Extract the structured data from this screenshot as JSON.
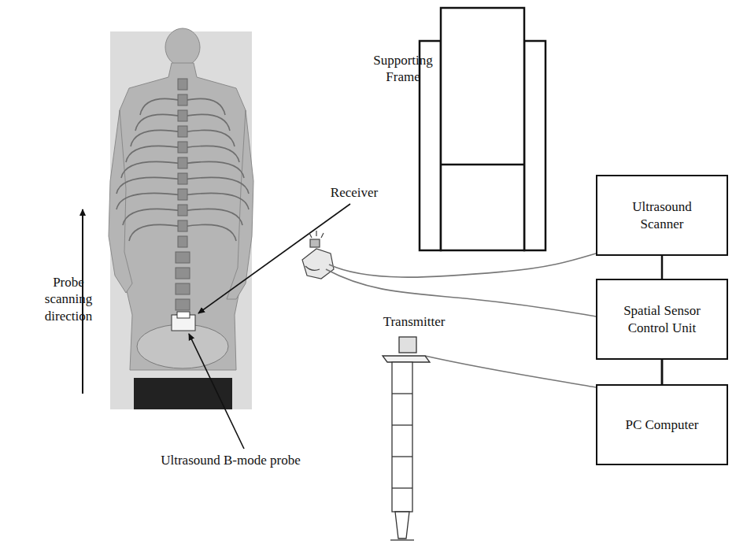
{
  "diagram": {
    "nodes": [
      {
        "text": [
          "Ultrasound Scanner"
        ]
      },
      {
        "text": [
          "Spatial Sensor Control Unit"
        ]
      },
      {
        "text": [
          "PC Computer"
        ]
      }
    ],
    "edges": [
      {
        "from": 1,
        "to": 2,
        "arrow": "none"
      },
      {
        "from": 0,
        "to": 2,
        "arrow": "none"
      }
    ],
    "labels": [
      "Supporting Frame",
      "Receiver",
      "Probe scanning direction",
      "Transmitter",
      "Ultrasound B-mode probe"
    ]
  }
}
